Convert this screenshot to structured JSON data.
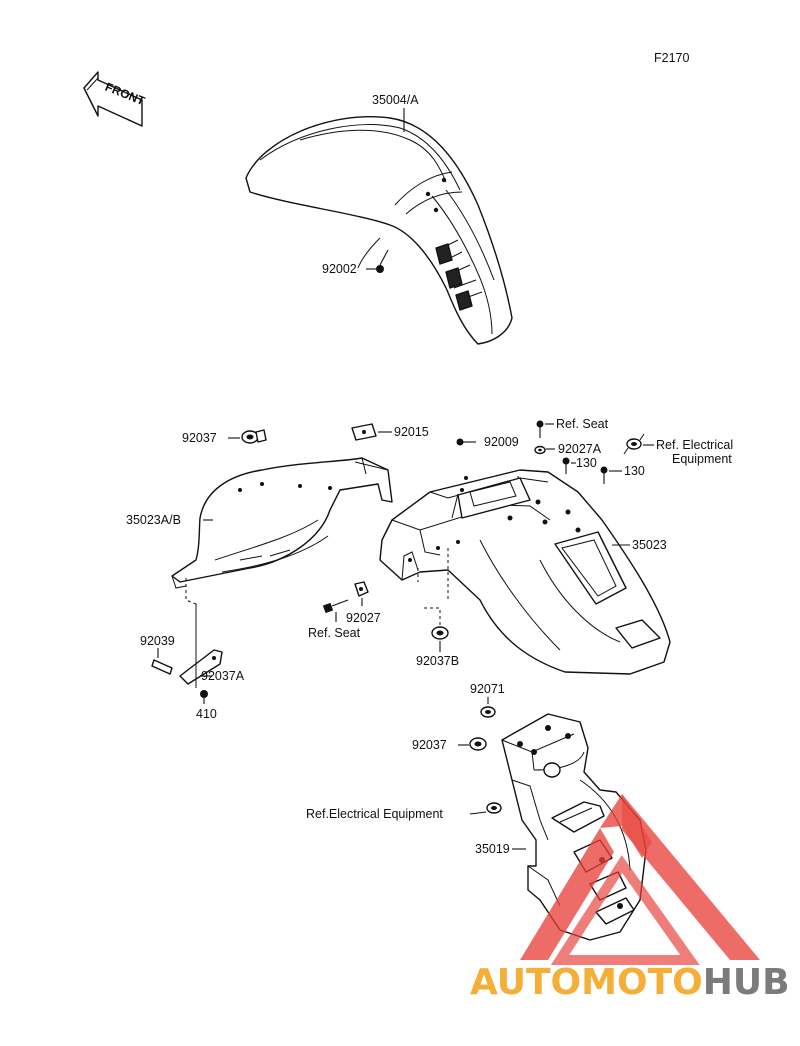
{
  "figure_code": "F2170",
  "front_arrow_label": "FRONT",
  "callouts": {
    "p35004": "35004/A",
    "p92002": "92002",
    "p92037_top": "92037",
    "p92015": "92015",
    "p92009": "92009",
    "ref_seat_top": "Ref. Seat",
    "p92027A": "92027A",
    "ref_electrical_top_1": "Ref. Electrical",
    "ref_electrical_top_2": "Equipment",
    "p130_a": "130",
    "p130_b": "130",
    "p35023AB": "35023A/B",
    "p35023": "35023",
    "p92027": "92027",
    "ref_seat_mid": "Ref. Seat",
    "p92039": "92039",
    "p92037A": "92037A",
    "p410": "410",
    "p92037B": "92037B",
    "p92071": "92071",
    "p92037_low": "92037",
    "ref_electrical_low": "Ref.Electrical Equipment",
    "p35019": "35019"
  },
  "watermark": {
    "part1": "AUTO",
    "part2": "MOTO",
    "part3": "HUB",
    "color_orange": "#f5a623",
    "color_red": "#e8403a",
    "color_gray": "#6d6d6d"
  }
}
